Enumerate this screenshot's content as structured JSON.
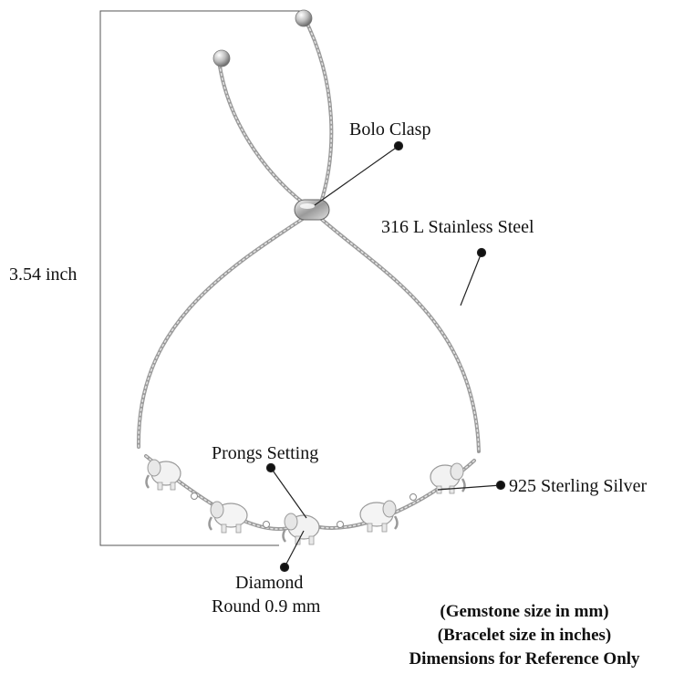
{
  "measurement": {
    "length": "3.54 inch"
  },
  "callouts": {
    "bolo_clasp": "Bolo Clasp",
    "steel": "316 L Stainless Steel",
    "prongs": "Prongs Setting",
    "sterling": "925 Sterling Silver",
    "diamond_line1": "Diamond",
    "diamond_line2": "Round 0.9 mm"
  },
  "notes": {
    "line1": "(Gemstone size in mm)",
    "line2": "(Bracelet size in inches)",
    "line3": "Dimensions for Reference Only"
  },
  "colors": {
    "text": "#111111",
    "metal": "#8c8c8c",
    "line": "#222222"
  }
}
